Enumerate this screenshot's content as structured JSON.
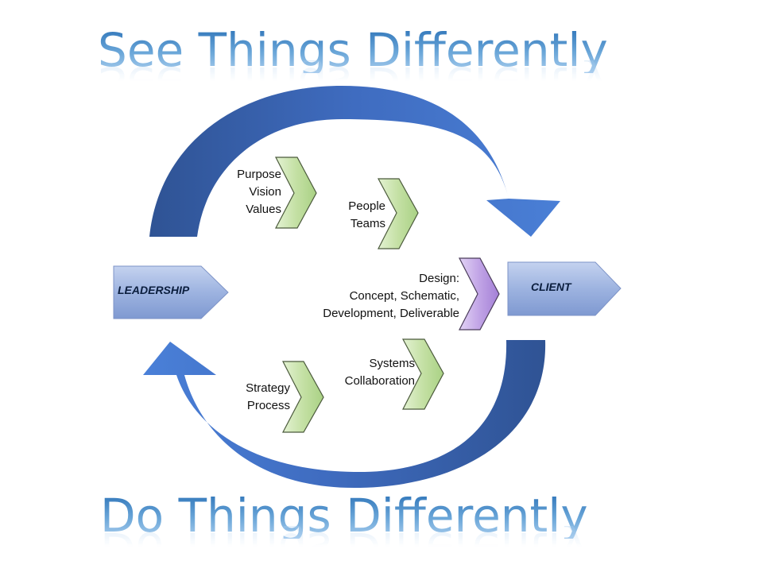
{
  "headings": {
    "top": "See Things Differently",
    "bottom": "Do Things Differently"
  },
  "boxes": {
    "left": "LEADERSHIP",
    "right": "CLIENT"
  },
  "chevrons": {
    "purpose": [
      "Purpose",
      "Vision",
      "Values"
    ],
    "people": [
      "People",
      "Teams"
    ],
    "design": [
      "Design:",
      "Concept, Schematic,",
      "Development, Deliverable"
    ],
    "systems": [
      "Systems",
      "Collaboration"
    ],
    "strategy": [
      "Strategy",
      "Process"
    ]
  },
  "colors": {
    "arrow_blue": "#3b66ad",
    "chevron_green": "#c4e0a6",
    "chevron_purple": "#b99be0",
    "box_blue": "#9db2de"
  }
}
